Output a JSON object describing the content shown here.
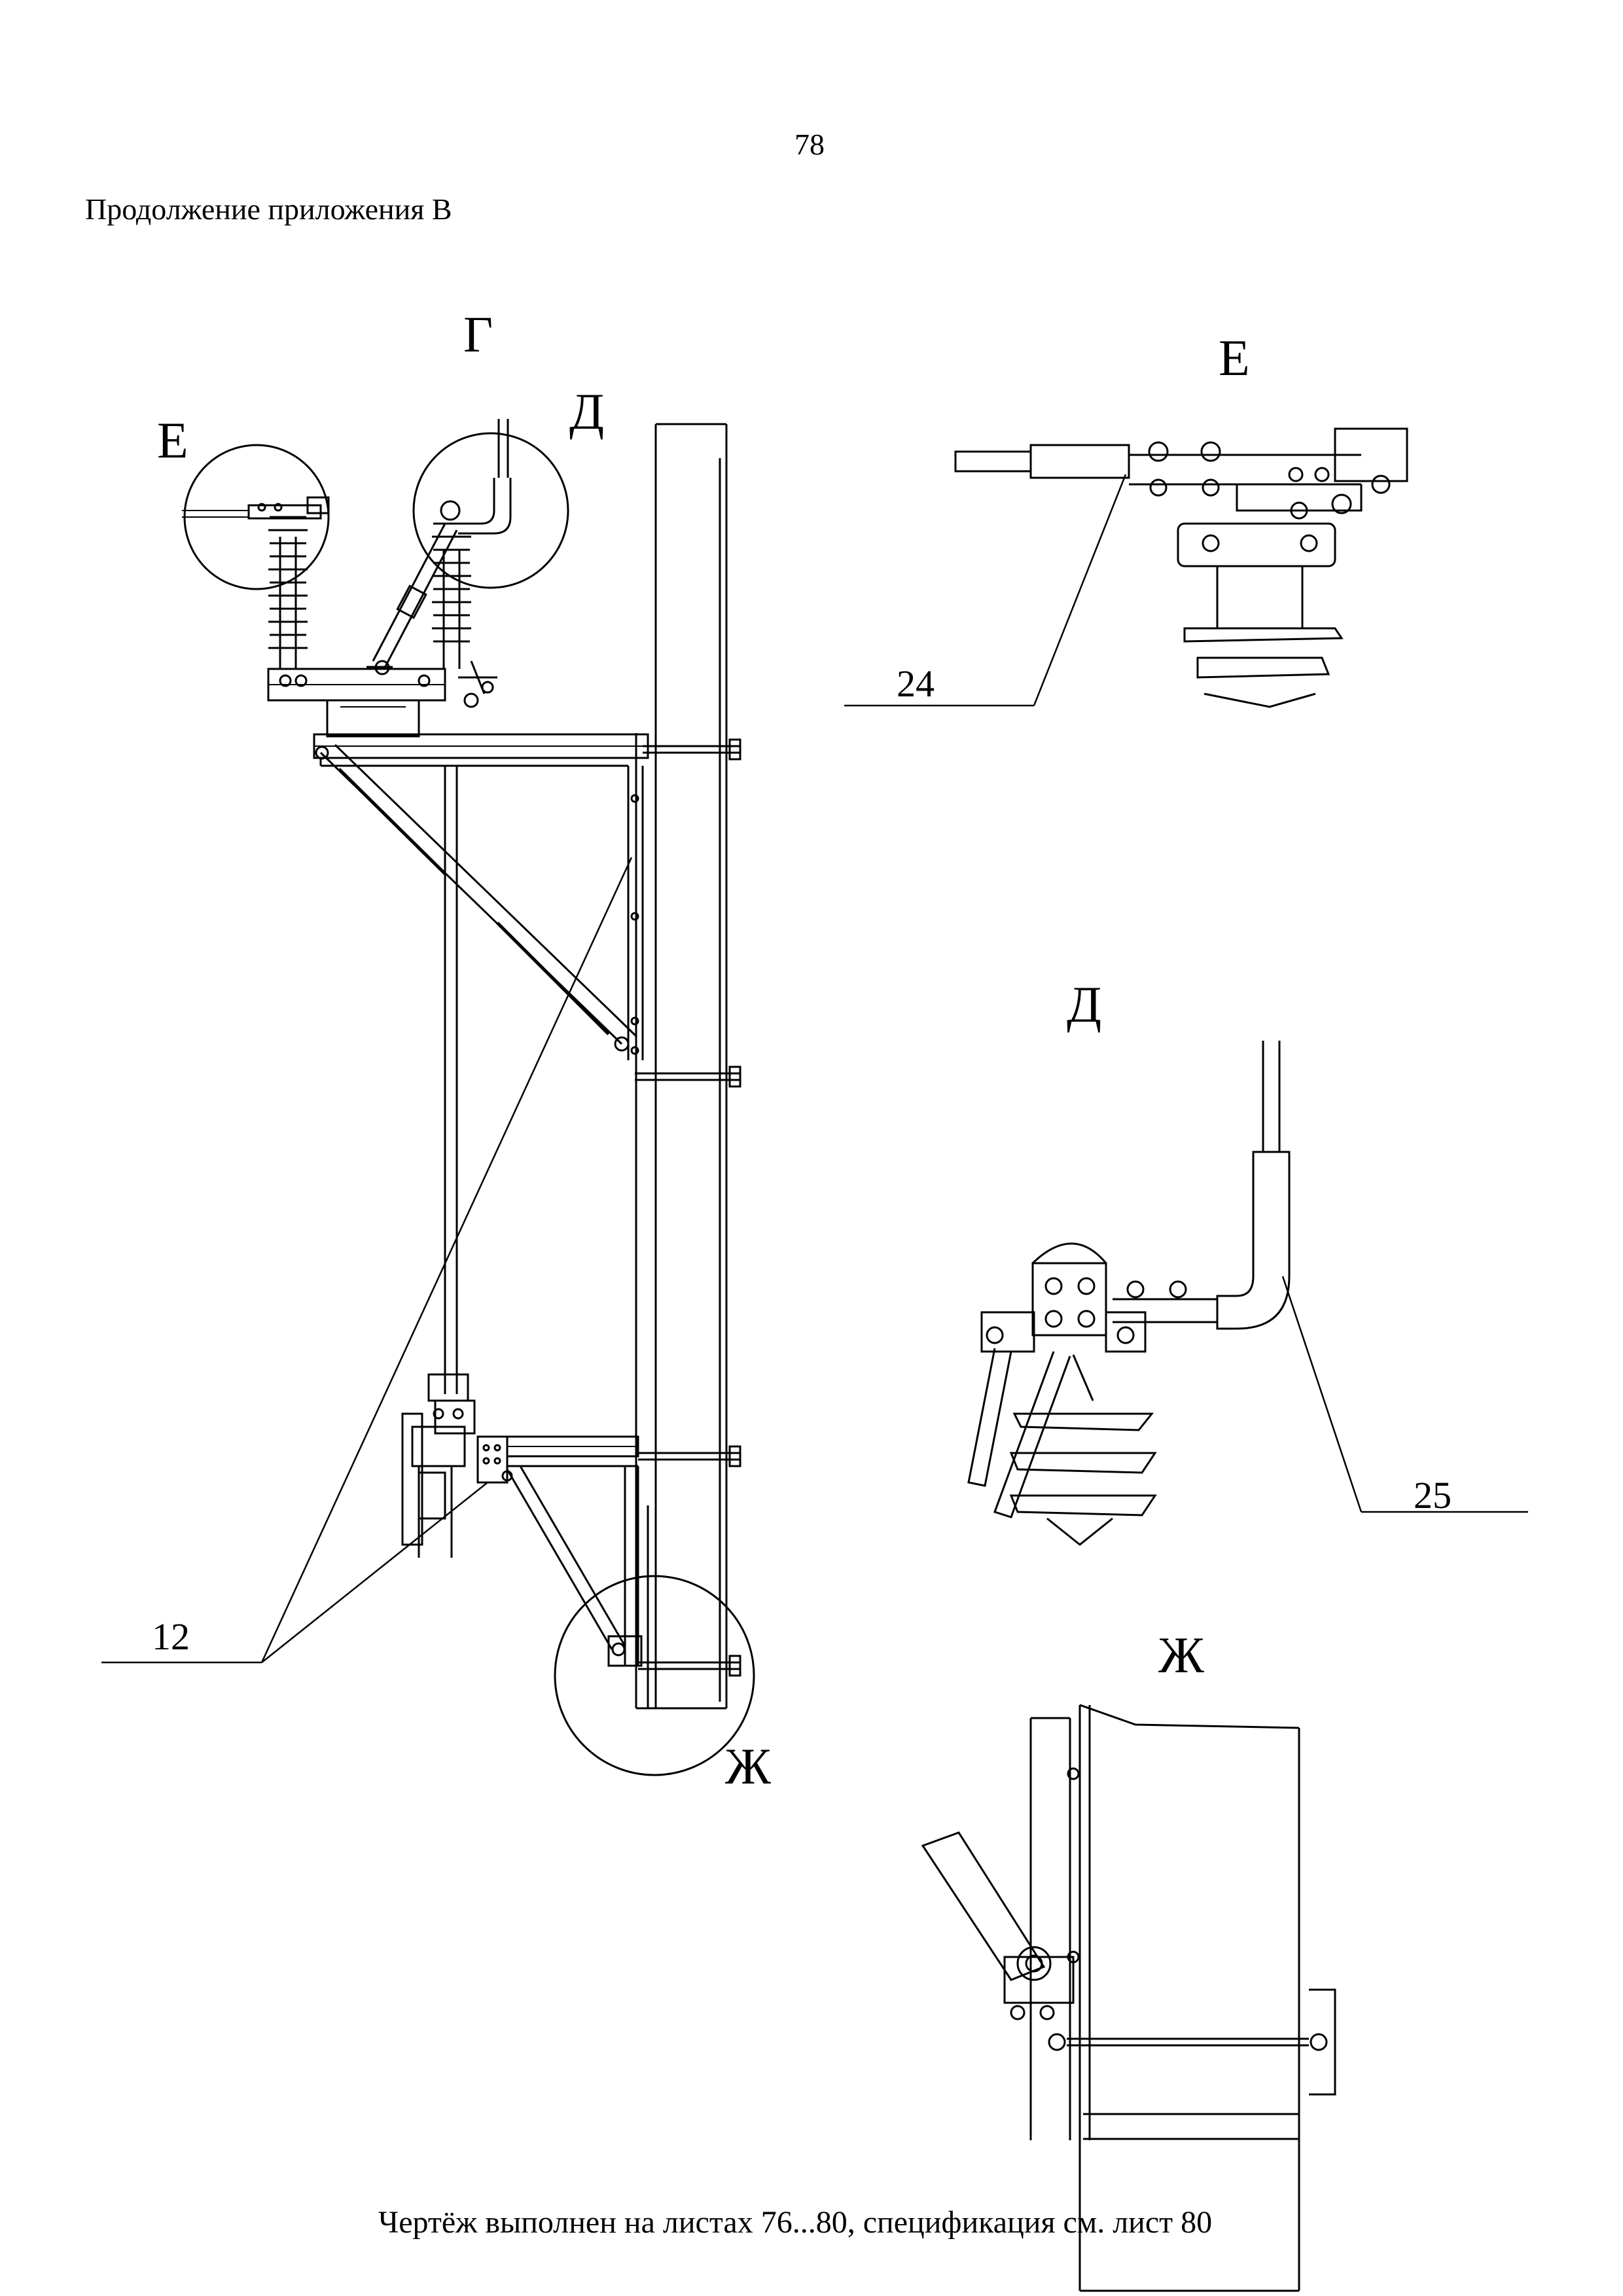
{
  "page": {
    "number": "78",
    "header": "Продолжение приложения В",
    "footer": "Чертёж выполнен на листах 76...80, спецификация см. лист 80"
  },
  "views": {
    "g": "Г",
    "e_mark": "Е",
    "d_mark": "Д",
    "zh_mark": "Ж",
    "e_detail": "Е",
    "d_detail": "Д",
    "zh_detail": "Ж"
  },
  "callouts": {
    "c12": "12",
    "c24": "24",
    "c25": "25"
  }
}
